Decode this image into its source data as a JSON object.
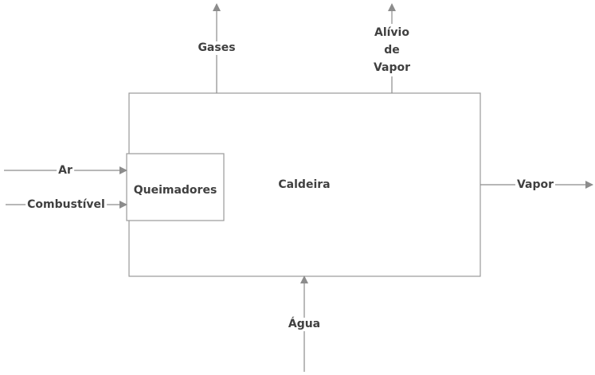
{
  "colors": {
    "line": "#8c8c8c",
    "arrow": "#8c8c8c",
    "box_stroke": "#9a9a9a",
    "text": "#404040",
    "background": "#ffffff"
  },
  "main_block": {
    "label": "Caldeira"
  },
  "inner_block": {
    "label": "Queimadores"
  },
  "inputs": {
    "air": "Ar",
    "fuel": "Combustível",
    "water": "Água"
  },
  "outputs": {
    "gases": "Gases",
    "steam_relief": [
      "Alívio",
      "de",
      "Vapor"
    ],
    "steam": "Vapor"
  }
}
